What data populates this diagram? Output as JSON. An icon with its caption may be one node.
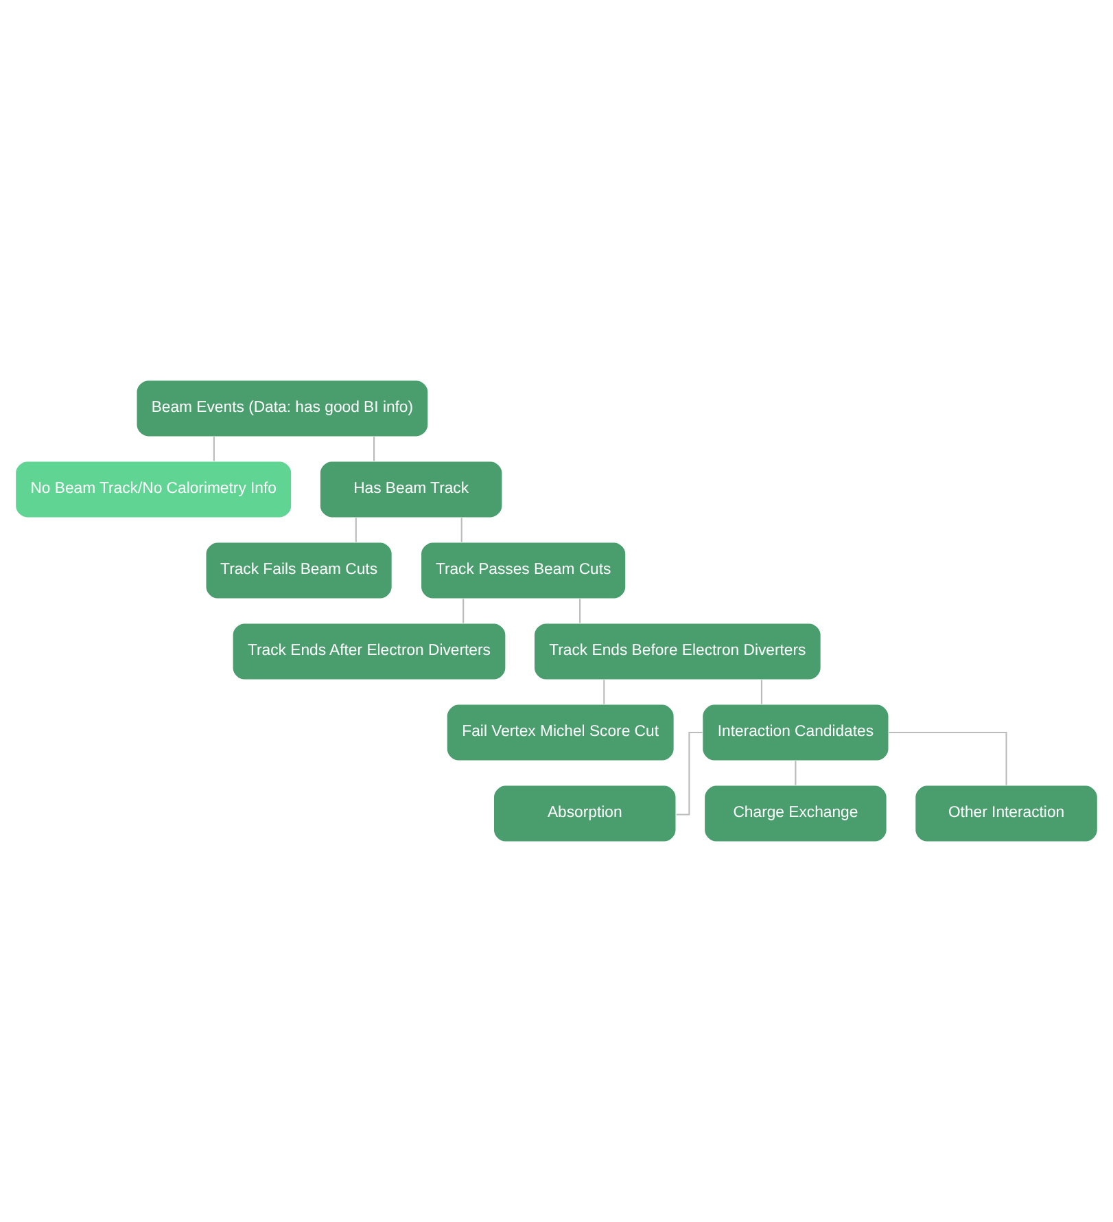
{
  "diagram": {
    "nodes": [
      {
        "text": [
          "Beam Events (Data: has good BI info)"
        ]
      },
      {
        "text": [
          "No Beam Track/No Calorimetry Info"
        ]
      },
      {
        "text": [
          "Has Beam Track"
        ]
      },
      {
        "text": [
          "Track Fails Beam Cuts"
        ]
      },
      {
        "text": [
          "Track Passes Beam Cuts"
        ]
      },
      {
        "text": [
          "Track Ends After Electron Diverters"
        ]
      },
      {
        "text": [
          "Track Ends Before Electron Diverters"
        ]
      },
      {
        "text": [
          "Fail Vertex Michel Score Cut"
        ]
      },
      {
        "text": [
          "Interaction Candidates"
        ]
      },
      {
        "text": [
          "Absorption"
        ]
      },
      {
        "text": [
          "Charge Exchange"
        ]
      },
      {
        "text": [
          "Other Interaction"
        ]
      }
    ],
    "edges": [
      {
        "from": 0,
        "to": 1,
        "arrow": "none"
      },
      {
        "from": 0,
        "to": 2,
        "arrow": "none"
      },
      {
        "from": 2,
        "to": 3,
        "arrow": "none"
      },
      {
        "from": 2,
        "to": 4,
        "arrow": "none"
      },
      {
        "from": 4,
        "to": 5,
        "arrow": "none"
      },
      {
        "from": 4,
        "to": 6,
        "arrow": "none"
      },
      {
        "from": 6,
        "to": 7,
        "arrow": "none"
      },
      {
        "from": 6,
        "to": 8,
        "arrow": "none"
      },
      {
        "from": 8,
        "to": 9,
        "arrow": "none"
      },
      {
        "from": 8,
        "to": 10,
        "arrow": "none"
      },
      {
        "from": 8,
        "to": 11,
        "arrow": "none"
      }
    ]
  }
}
